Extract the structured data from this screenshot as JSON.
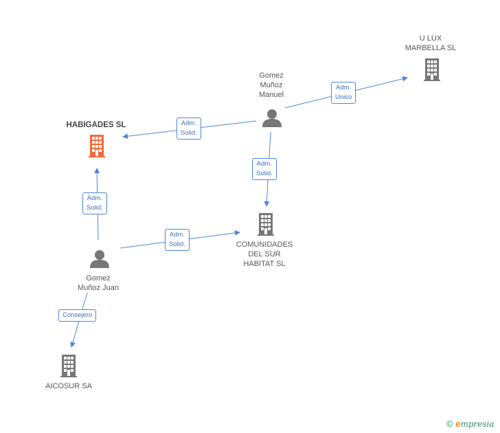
{
  "nodes": {
    "habigades": {
      "label": "HABIGADES SL",
      "type": "company",
      "color": "#f26a3b"
    },
    "ulux": {
      "label": "U LUX\nMARBELLA SL",
      "type": "company",
      "color": "#777777"
    },
    "comunidades": {
      "label": "COMUNIDADES\nDEL SUR\nHABITAT SL",
      "type": "company",
      "color": "#777777"
    },
    "aicosur": {
      "label": "AICOSUR SA",
      "type": "company",
      "color": "#777777"
    },
    "manuel": {
      "label": "Gomez\nMuñoz\nManuel",
      "type": "person",
      "color": "#777777"
    },
    "juan": {
      "label": "Gomez\nMuñoz Juan",
      "type": "person",
      "color": "#777777"
    }
  },
  "edges": {
    "manuel_ulux": {
      "label": "Adm.\nUnico"
    },
    "manuel_habigades": {
      "label": "Adm.\nSolid."
    },
    "manuel_comunidades": {
      "label": "Adm.\nSolid."
    },
    "juan_habigades": {
      "label": "Adm.\nSolid."
    },
    "juan_comunidades": {
      "label": "Adm.\nSolid."
    },
    "juan_aicosur": {
      "label": "Consejero"
    }
  },
  "colors": {
    "edge": "#4a86d9",
    "company": "#777777",
    "focus": "#f26a3b",
    "person": "#777777"
  },
  "brand": {
    "copyright": "©",
    "e": "e",
    "rest": "mpresia"
  }
}
